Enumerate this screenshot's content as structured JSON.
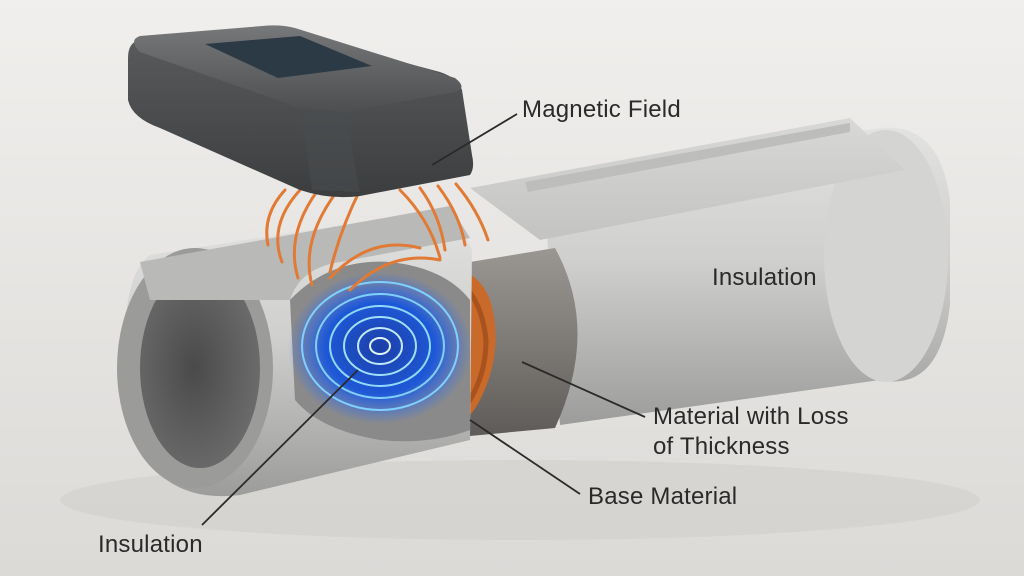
{
  "labels": {
    "magnetic_field": "Magnetic Field",
    "insulation_right": "Insulation",
    "loss_line1": "Material with Loss",
    "loss_line2": "of Thickness",
    "base_material": "Base Material",
    "insulation_left": "Insulation"
  },
  "colors": {
    "background": "#e9e8e6",
    "insulation": "#c9c9c8",
    "device": "#5d5f61",
    "screen": "#2c3a46",
    "field_lines": "#e07a35",
    "eddy_rings": "#3aa0ff",
    "corrosion": "#c9692a",
    "base_metal": "#7e7b77"
  }
}
